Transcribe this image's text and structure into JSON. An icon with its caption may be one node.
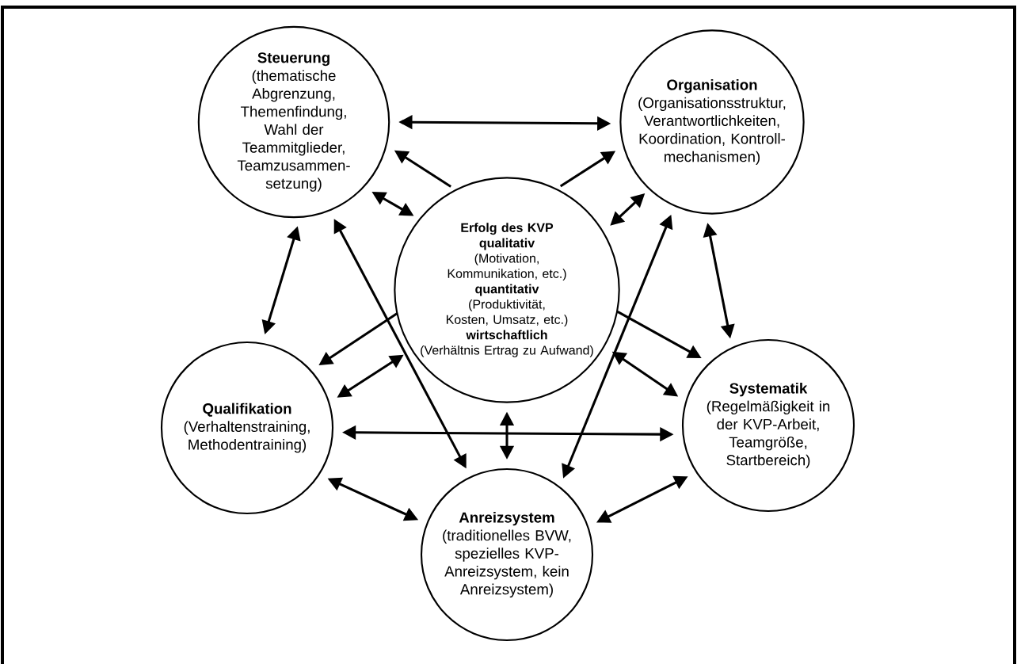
{
  "diagram": {
    "nodes": [
      {
        "text": [
          "Steuerung",
          "(thematische Abgrenzung, Themenfindung, Wahl der Teammitglieder, Teamzusammen- setzung)"
        ]
      },
      {
        "text": [
          "Organisation",
          "(Organisationsstruktur, Verantwortlichkeiten, Koordination, Kontroll- mechanismen)"
        ]
      },
      {
        "text": [
          "Erfolg des KVP",
          "qualitativ",
          "(Motivation, Kommunikation, etc.)",
          "quantitativ",
          "(Produktivität, Kosten, Umsatz, etc.)",
          "wirtschaftlich",
          "(Verhältnis Ertrag zu Aufwand)"
        ]
      },
      {
        "text": [
          "Qualifikation",
          "(Verhaltenstraining, Methodentraining)"
        ]
      },
      {
        "text": [
          "Systematik",
          "(Regelmäßigkeit in der KVP-Arbeit, Teamgröße, Startbereich)"
        ]
      },
      {
        "text": [
          "Anreizsystem",
          "(traditionelles BVW, spezielles KVP- Anreizsystem, kein Anreizsystem)"
        ]
      }
    ],
    "edges": [
      {
        "from": 0,
        "to": 1,
        "arrow": "both"
      },
      {
        "from": 2,
        "to": 0,
        "arrow": "to"
      },
      {
        "from": 2,
        "to": 1,
        "arrow": "to"
      },
      {
        "from": 0,
        "to": 2,
        "arrow": "both"
      },
      {
        "from": 1,
        "to": 2,
        "arrow": "both"
      },
      {
        "from": 0,
        "to": 3,
        "arrow": "both"
      },
      {
        "from": 1,
        "to": 4,
        "arrow": "both"
      },
      {
        "from": 0,
        "to": 5,
        "arrow": "both"
      },
      {
        "from": 1,
        "to": 5,
        "arrow": "both"
      },
      {
        "from": 2,
        "to": 3,
        "arrow": "to"
      },
      {
        "from": 2,
        "to": 4,
        "arrow": "to"
      },
      {
        "from": 3,
        "to": 2,
        "arrow": "both"
      },
      {
        "from": 4,
        "to": 2,
        "arrow": "both"
      },
      {
        "from": 3,
        "to": 4,
        "arrow": "both"
      },
      {
        "from": 2,
        "to": 5,
        "arrow": "both"
      },
      {
        "from": 3,
        "to": 5,
        "arrow": "both"
      },
      {
        "from": 5,
        "to": 4,
        "arrow": "both"
      }
    ]
  }
}
